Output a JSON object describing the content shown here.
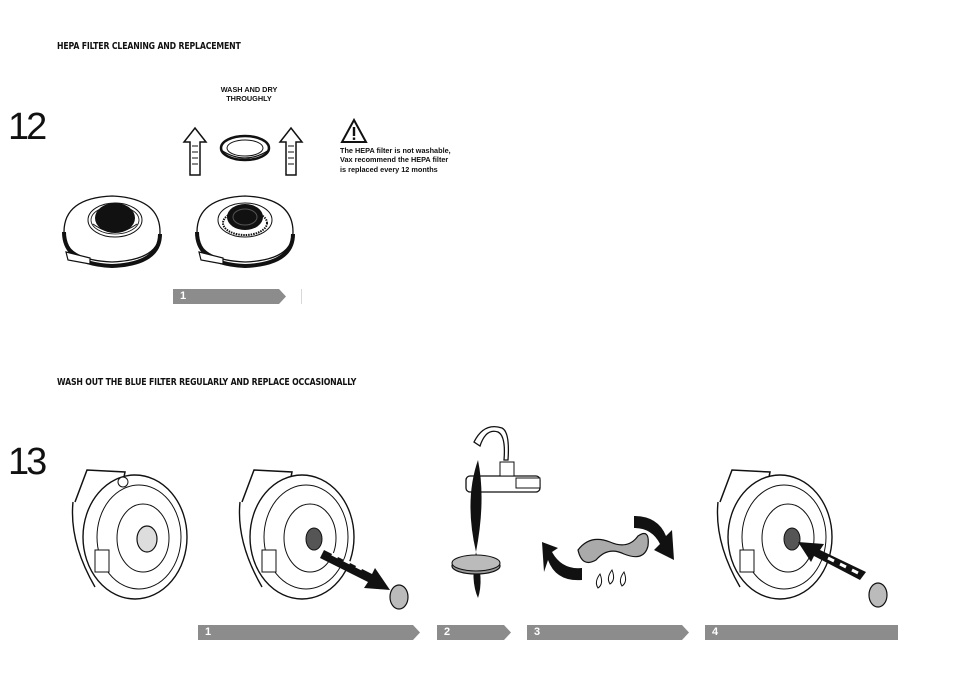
{
  "section12": {
    "heading": "HEPA FILTER CLEANING AND REPLACEMENT",
    "number": "12",
    "caption": "WASH AND DRY\nTHROUGHLY",
    "warning": "The HEPA filter is not washable,\nVax recommend the HEPA filter\nis replaced every 12 months",
    "steps": [
      "1"
    ]
  },
  "section13": {
    "heading": "WASH OUT THE BLUE FILTER REGULARLY AND REPLACE OCCASIONALLY",
    "number": "13",
    "steps": [
      "1",
      "2",
      "3",
      "4"
    ]
  },
  "colors": {
    "bar": "#8c8c8c",
    "ink": "#111111"
  },
  "icons": [
    "warning-triangle-icon",
    "up-arrow-icon",
    "right-arrow-icon"
  ]
}
